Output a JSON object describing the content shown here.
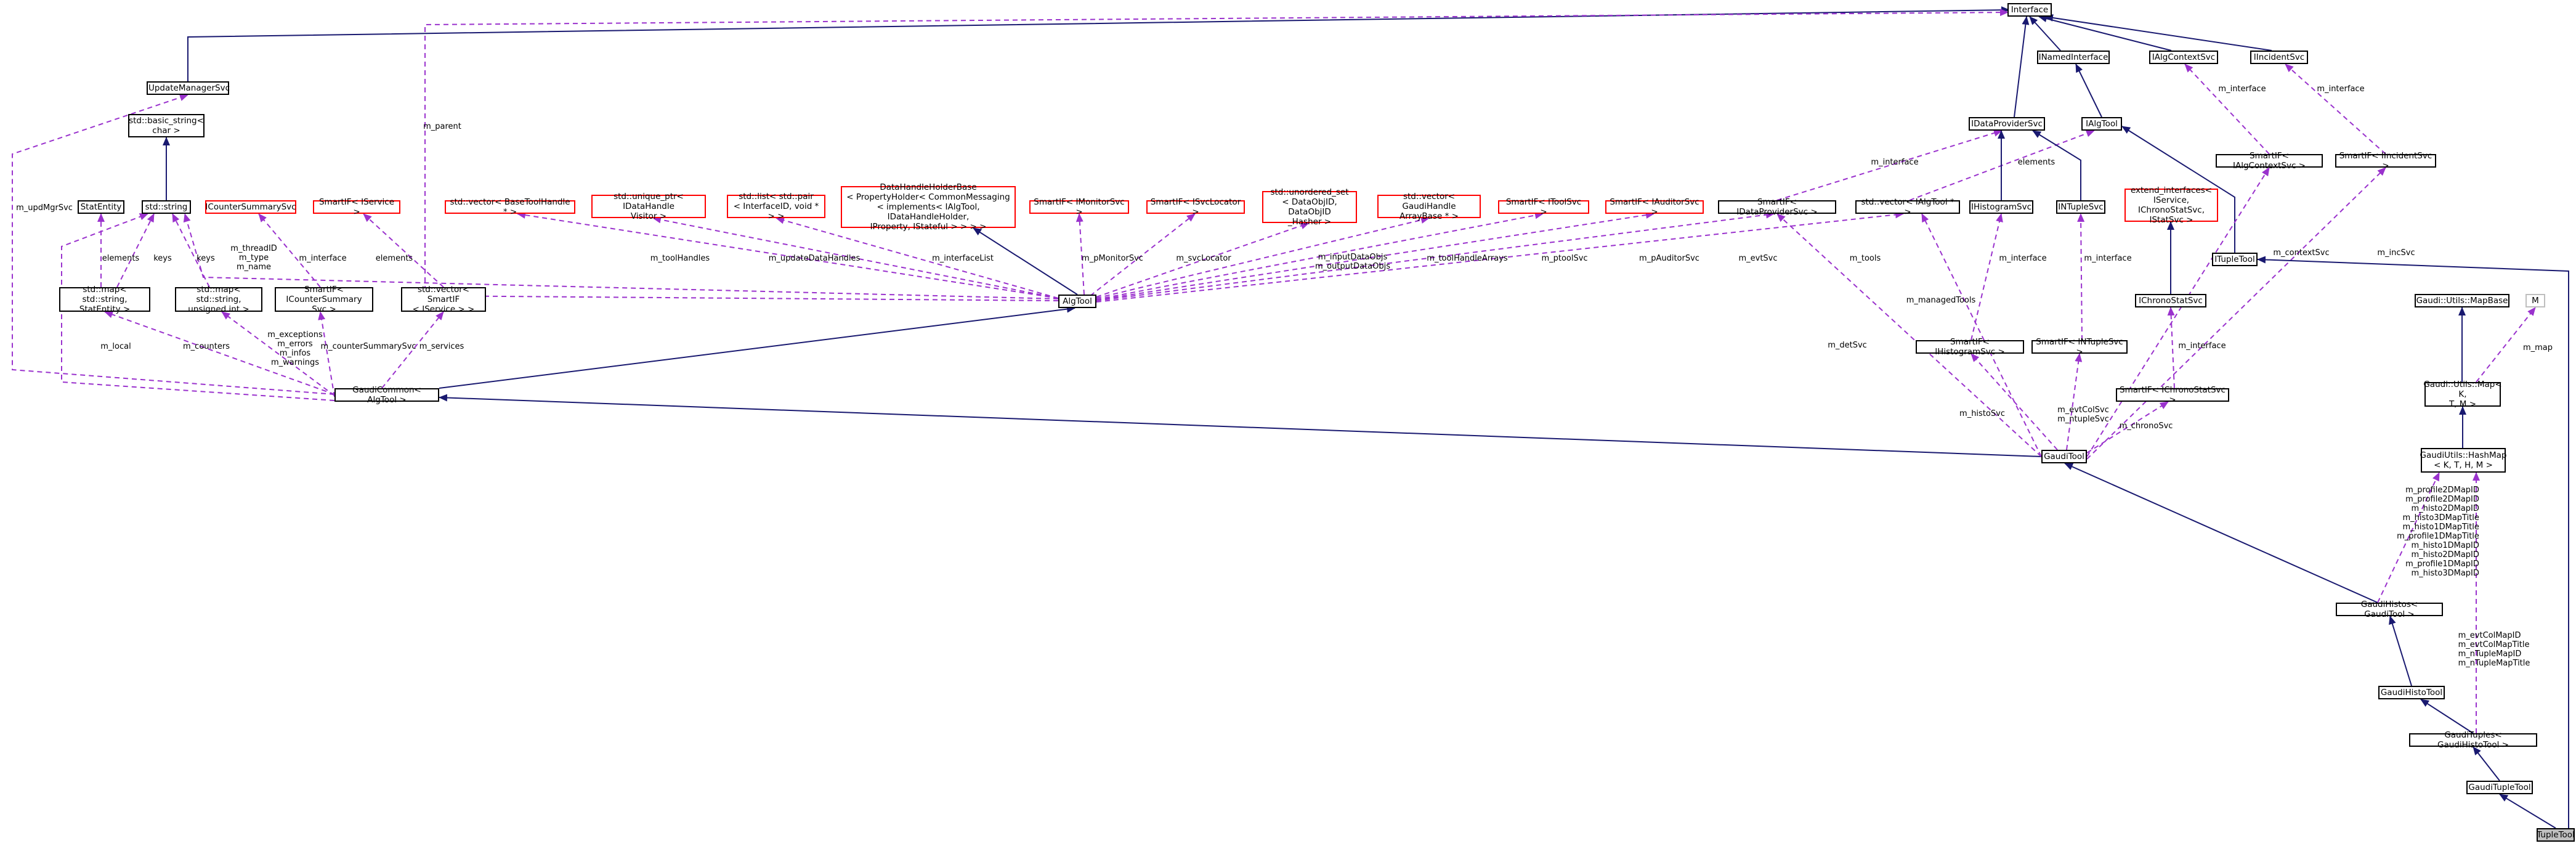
{
  "colors": {
    "inherit": "#191970",
    "usage": "#9a32cd",
    "missing_border": "#ff0000",
    "highlight_fill": "#bfbfbf"
  },
  "nodes": [
    {
      "id": "Interface",
      "label": "Interface"
    },
    {
      "id": "IUpdateManagerSvc",
      "label": "IUpdateManagerSvc"
    },
    {
      "id": "INamedInterface",
      "label": "INamedInterface"
    },
    {
      "id": "IAlgContextSvc",
      "label": "IAlgContextSvc"
    },
    {
      "id": "IIncidentSvc",
      "label": "IIncidentSvc"
    },
    {
      "id": "basic_string",
      "label": "std::basic_string<\nchar >"
    },
    {
      "id": "IAlgTool",
      "label": "IAlgTool"
    },
    {
      "id": "IDataProviderSvc",
      "label": "IDataProviderSvc"
    },
    {
      "id": "SmartIF_IAlgContextSvc",
      "label": "SmartIF< IAlgContextSvc >"
    },
    {
      "id": "SmartIF_IIncidentSvc",
      "label": "SmartIF< IIncidentSvc >"
    },
    {
      "id": "StatEntity",
      "label": "StatEntity"
    },
    {
      "id": "std_string",
      "label": "std::string"
    },
    {
      "id": "ICounterSummarySvc",
      "label": "ICounterSummarySvc"
    },
    {
      "id": "SmartIF_IService",
      "label": "SmartIF< IService >"
    },
    {
      "id": "vec_BaseToolHandle",
      "label": "std::vector< BaseToolHandle * >"
    },
    {
      "id": "unique_ptr",
      "label": "std::unique_ptr< IDataHandle\nVisitor >"
    },
    {
      "id": "list_pair",
      "label": "std::list< std::pair\n< InterfaceID, void * > >"
    },
    {
      "id": "DataHandleHolderBase",
      "label": "DataHandleHolderBase\n< PropertyHolder< CommonMessaging\n< implements< IAlgTool, IDataHandleHolder,\nIProperty, IStateful > > > >"
    },
    {
      "id": "SmartIF_IMonitorSvc",
      "label": "SmartIF< IMonitorSvc >"
    },
    {
      "id": "SmartIF_ISvcLocator",
      "label": "SmartIF< ISvcLocator >"
    },
    {
      "id": "unordered_set",
      "label": "std::unordered_set\n< DataObjID, DataObjID\n_Hasher >"
    },
    {
      "id": "vec_GaudiHandleArrayBase",
      "label": "std::vector< GaudiHandle\nArrayBase * >"
    },
    {
      "id": "SmartIF_IToolSvc",
      "label": "SmartIF< IToolSvc >"
    },
    {
      "id": "SmartIF_IAuditorSvc",
      "label": "SmartIF< IAuditorSvc >"
    },
    {
      "id": "SmartIF_IDataProviderSvc",
      "label": "SmartIF< IDataProviderSvc >"
    },
    {
      "id": "vec_IAlgTool",
      "label": "std::vector< IAlgTool * >"
    },
    {
      "id": "IHistogramSvc",
      "label": "IHistogramSvc"
    },
    {
      "id": "INTupleSvc",
      "label": "INTupleSvc"
    },
    {
      "id": "extend_interfaces",
      "label": "extend_interfaces<\nIService, IChronoStatSvc,\nIStatSvc >"
    },
    {
      "id": "ITupleTool",
      "label": "ITupleTool"
    },
    {
      "id": "map_StatEntity",
      "label": "std::map< std::string,\nStatEntity >"
    },
    {
      "id": "map_uint",
      "label": "std::map< std::string,\nunsigned int >"
    },
    {
      "id": "SmartIF_ICounterSummarySvc",
      "label": "SmartIF< ICounterSummary\nSvc >"
    },
    {
      "id": "vec_SmartIF",
      "label": "std::vector< SmartIF\n< IService > >"
    },
    {
      "id": "AlgTool",
      "label": "AlgTool"
    },
    {
      "id": "IChronoStatSvc",
      "label": "IChronoStatSvc"
    },
    {
      "id": "MapBase",
      "label": "Gaudi::Utils::MapBase"
    },
    {
      "id": "M",
      "label": "M"
    },
    {
      "id": "SmartIF_IHistogramSvc",
      "label": "SmartIF< IHistogramSvc >"
    },
    {
      "id": "SmartIF_INTupleSvc",
      "label": "SmartIF< INTupleSvc >"
    },
    {
      "id": "GaudiCommon",
      "label": "GaudiCommon< AlgTool >"
    },
    {
      "id": "UtilsMap",
      "label": "Gaudi::Utils::Map< K,\nT, M >"
    },
    {
      "id": "SmartIF_IChronoStatSvc",
      "label": "SmartIF< IChronoStatSvc >"
    },
    {
      "id": "GaudiTool",
      "label": "GaudiTool"
    },
    {
      "id": "HashMap",
      "label": "GaudiUtils::HashMap\n< K, T, H, M >"
    },
    {
      "id": "GaudiHistos",
      "label": "GaudiHistos< GaudiTool >"
    },
    {
      "id": "GaudiHistoTool",
      "label": "GaudiHistoTool"
    },
    {
      "id": "GaudiTuples",
      "label": "GaudiTuples< GaudiHistoTool >"
    },
    {
      "id": "GaudiTupleTool",
      "label": "GaudiTupleTool"
    },
    {
      "id": "TupleTool",
      "label": "TupleTool"
    }
  ],
  "edge_labels": [
    {
      "id": "m_updMgrSvc",
      "text": "m_updMgrSvc"
    },
    {
      "id": "m_parent",
      "text": "m_parent"
    },
    {
      "id": "m_interface_ctx",
      "text": "m_interface"
    },
    {
      "id": "m_interface_inc",
      "text": "m_interface"
    },
    {
      "id": "elements_dp",
      "text": "elements"
    },
    {
      "id": "m_interface_dp",
      "text": "m_interface"
    },
    {
      "id": "elements_stat",
      "text": "elements"
    },
    {
      "id": "keys1",
      "text": "keys"
    },
    {
      "id": "keys2",
      "text": "keys"
    },
    {
      "id": "m_threadID",
      "text": "m_threadID\nm_type\nm_name"
    },
    {
      "id": "m_interface_cs",
      "text": "m_interface"
    },
    {
      "id": "elements_svc",
      "text": "elements"
    },
    {
      "id": "m_toolHandles",
      "text": "m_toolHandles"
    },
    {
      "id": "m_updateDataHandles",
      "text": "m_updateDataHandles"
    },
    {
      "id": "m_interfaceList",
      "text": "m_interfaceList"
    },
    {
      "id": "m_pMonitorSvc",
      "text": "m_pMonitorSvc"
    },
    {
      "id": "m_svcLocator",
      "text": "m_svcLocator"
    },
    {
      "id": "m_inputDataObjs",
      "text": "m_inputDataObjs\nm_outputDataObjs"
    },
    {
      "id": "m_toolHandleArrays",
      "text": "m_toolHandleArrays"
    },
    {
      "id": "m_ptoolSvc",
      "text": "m_ptoolSvc"
    },
    {
      "id": "m_pAuditorSvc",
      "text": "m_pAuditorSvc"
    },
    {
      "id": "m_evtSvc",
      "text": "m_evtSvc"
    },
    {
      "id": "m_tools",
      "text": "m_tools"
    },
    {
      "id": "m_interface_hist",
      "text": "m_interface"
    },
    {
      "id": "m_interface_nt",
      "text": "m_interface"
    },
    {
      "id": "m_contextSvc",
      "text": "m_contextSvc"
    },
    {
      "id": "m_incSvc",
      "text": "m_incSvc"
    },
    {
      "id": "m_managedTools",
      "text": "m_managedTools"
    },
    {
      "id": "m_detSvc",
      "text": "m_detSvc"
    },
    {
      "id": "m_interface_chrono",
      "text": "m_interface"
    },
    {
      "id": "m_map",
      "text": "m_map"
    },
    {
      "id": "m_local",
      "text": "m_local"
    },
    {
      "id": "m_counters",
      "text": "m_counters"
    },
    {
      "id": "m_exceptions",
      "text": "m_exceptions\nm_errors\nm_infos\nm_warnings"
    },
    {
      "id": "m_counterSummarySvc",
      "text": "m_counterSummarySvc"
    },
    {
      "id": "m_services",
      "text": "m_services"
    },
    {
      "id": "m_histoSvc",
      "text": "m_histoSvc"
    },
    {
      "id": "m_evtColSvc",
      "text": "m_evtColSvc\nm_ntupleSvc"
    },
    {
      "id": "m_chronoSvc",
      "text": "m_chronoSvc"
    },
    {
      "id": "m_profile",
      "text": "m_profile2DMapID\nm_profile2DMapID\nm_histo2DMapID\nm_histo3DMapTitle\nm_histo1DMapTitle\nm_profile1DMapTitle\nm_histo1DMapID\nm_histo2DMapID\nm_profile1DMapID\nm_histo3DMapID"
    },
    {
      "id": "m_evtColMapID",
      "text": "m_evtColMapID\nm_evtColMapTitle\nm_nTupleMapID\nm_nTupleMapTitle"
    }
  ]
}
